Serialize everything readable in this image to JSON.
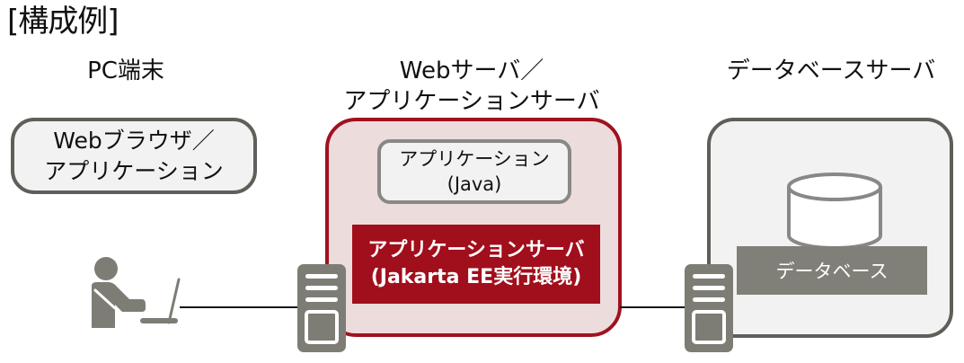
{
  "title": "[構成例]",
  "columns": {
    "pc": {
      "label": "PC端末",
      "box_line1": "Webブラウザ／",
      "box_line2": "アプリケーション"
    },
    "web": {
      "label_line1": "Webサーバ／",
      "label_line2": "アプリケーションサーバ",
      "app_line1": "アプリケーション",
      "app_line2": "(Java)",
      "appserver_line1": "アプリケーションサーバ",
      "appserver_line2": "(Jakarta EE実行環境)"
    },
    "db": {
      "label": "データベースサーバ",
      "db_label": "データベース"
    }
  },
  "colors": {
    "accent_red": "#a10e1c",
    "red_fill": "#ecdcdc",
    "gray_icon": "#7d7c75",
    "gray_border": "#5f5f5a",
    "box_fill": "#f2f2f2"
  }
}
